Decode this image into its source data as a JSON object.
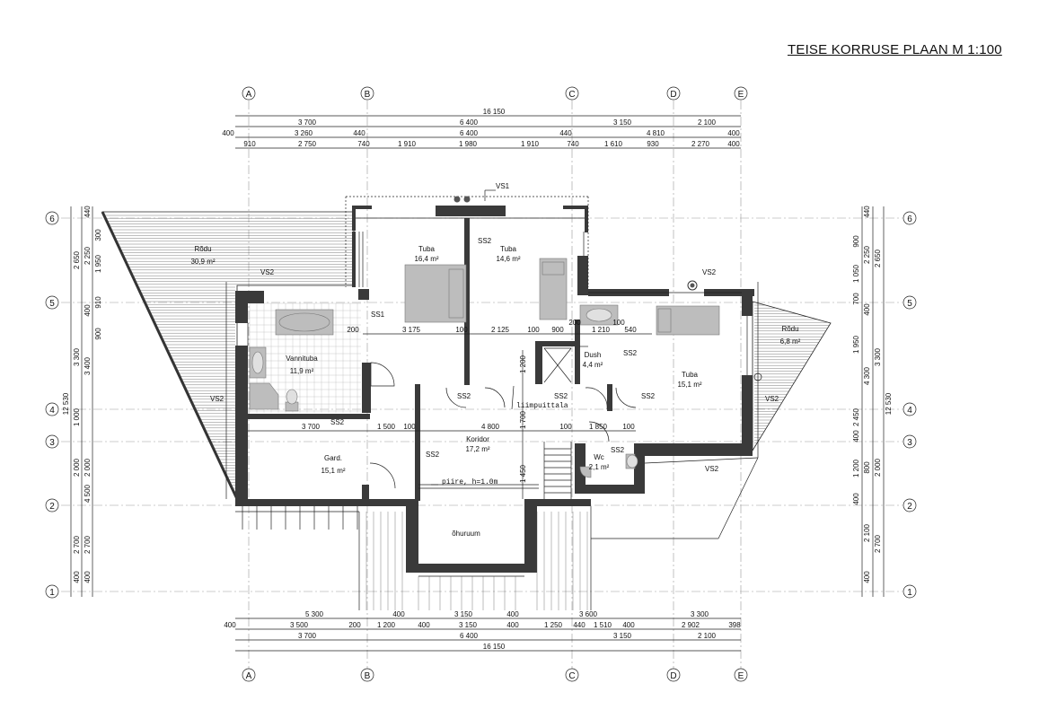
{
  "title": "TEISE KORRUSE PLAAN  M 1:100",
  "axes": {
    "columns": [
      "A",
      "B",
      "C",
      "D",
      "E"
    ],
    "rows": [
      "6",
      "5",
      "4",
      "3",
      "2",
      "1"
    ]
  },
  "dims_top": {
    "total": "16 150",
    "row1": [
      "3 700",
      "6 400",
      "3 150",
      "2 100"
    ],
    "row2": [
      "400",
      "3 260",
      "440",
      "6 400",
      "440",
      "4 810",
      "400"
    ],
    "row3": [
      "910",
      "2 750",
      "740",
      "1 910",
      "1 980",
      "1 910",
      "740",
      "1 610",
      "930",
      "2 270",
      "400"
    ]
  },
  "dims_bottom": {
    "row1": [
      "5 300",
      "400",
      "3 150",
      "400",
      "3 600",
      "3 300"
    ],
    "row2": [
      "400",
      "3 500",
      "200",
      "1 200",
      "400",
      "3 150",
      "400",
      "1 250",
      "440",
      "1 510",
      "400",
      "2 902",
      "398"
    ],
    "row3": [
      "3 700",
      "6 400",
      "3 150",
      "2 100"
    ],
    "total": "16 150"
  },
  "dims_left": {
    "inner": [
      "440",
      "300",
      "1 950",
      "910",
      "900",
      "3 400",
      "1 000",
      "2 000",
      "4 500",
      "2 700",
      "400"
    ],
    "middle": [
      "2 250",
      "400",
      "3 300",
      "2 000",
      "400"
    ],
    "outer": [
      "2 650",
      "12 530",
      "2 700"
    ]
  },
  "dims_right": {
    "inner": [
      "440",
      "900",
      "1 050",
      "700",
      "1 950",
      "4 300",
      "2 450",
      "400",
      "1 200",
      "800",
      "400",
      "2 100",
      "400"
    ],
    "middle": [
      "2 250",
      "400",
      "3 300",
      "2 000",
      "2 700"
    ],
    "outer": [
      "2 650",
      "12 530"
    ]
  },
  "rooms": [
    {
      "name": "Rõdu",
      "area": "30,9 m²"
    },
    {
      "name": "Tuba",
      "area": "16,4 m²"
    },
    {
      "name": "Tuba",
      "area": "14,6 m²"
    },
    {
      "name": "Vannituba",
      "area": "11,9 m²"
    },
    {
      "name": "Dush",
      "area": "4,4 m²"
    },
    {
      "name": "Tuba",
      "area": "15,1 m²"
    },
    {
      "name": "Rõdu",
      "area": "6,8 m²"
    },
    {
      "name": "Koridor",
      "area": "17,2 m²"
    },
    {
      "name": "Gard.",
      "area": "15,1 m²"
    },
    {
      "name": "Wc",
      "area": "2,1 m²"
    },
    {
      "name": "õhuruum",
      "area": ""
    }
  ],
  "tags": {
    "vs1": "VS1",
    "vs2": "VS2",
    "ss1": "SS1",
    "ss2": "SS2",
    "liimpuittala": "liimpuittala",
    "piire": "piire, h=1.0m"
  },
  "interior_dims": {
    "bedroom_row": [
      "200",
      "3 175",
      "100",
      "2 125",
      "100",
      "900",
      "200",
      "1 210",
      "100",
      "540"
    ],
    "corridor_row": [
      "3 700",
      "1 500",
      "100",
      "4 800",
      "100",
      "1 850",
      "100"
    ],
    "vertical": [
      "1 200",
      "1 700",
      "1 450"
    ]
  }
}
